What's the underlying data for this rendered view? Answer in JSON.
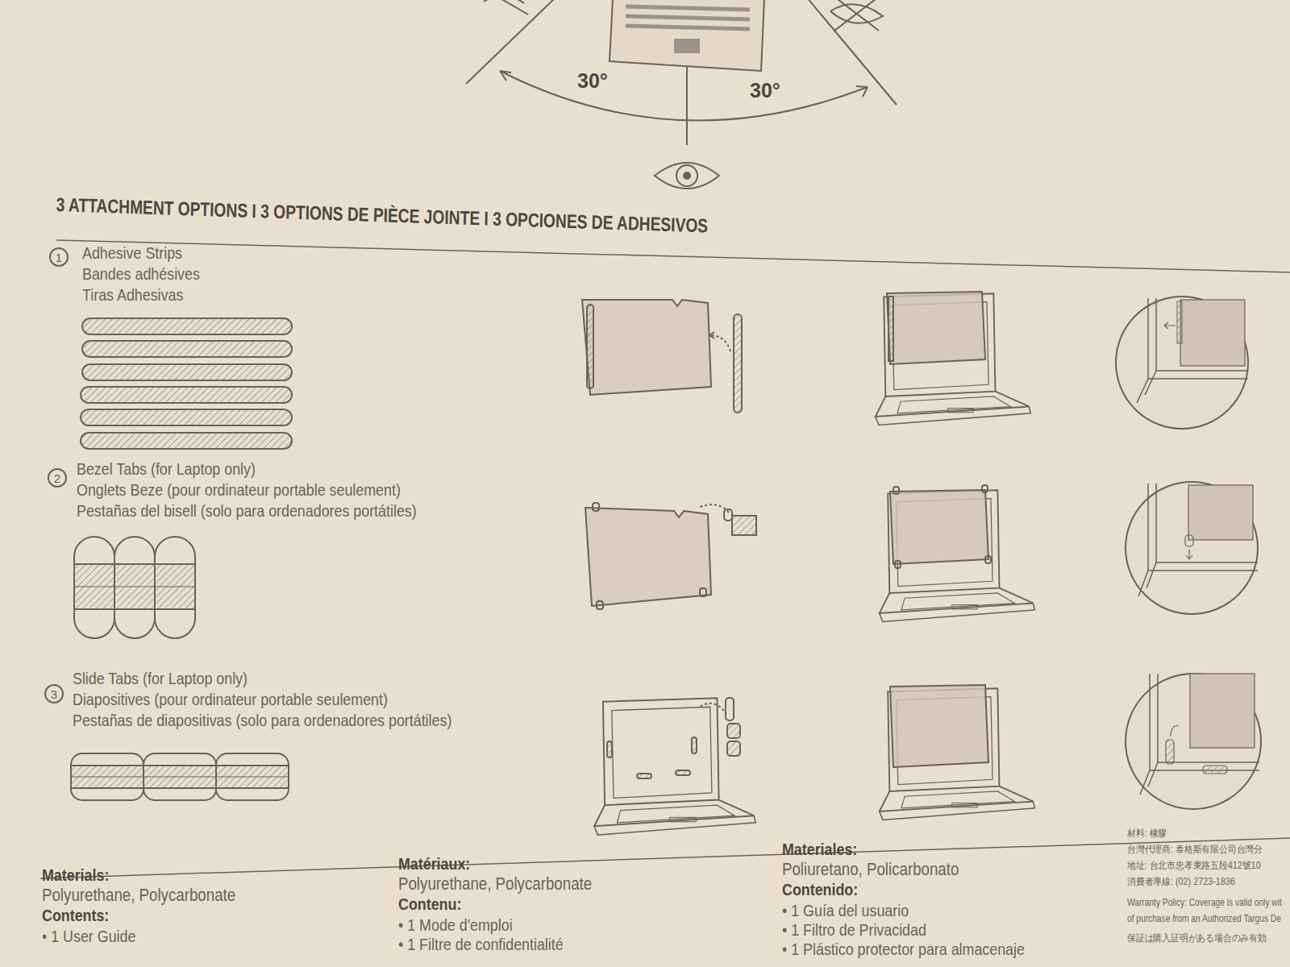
{
  "diagram": {
    "title": "3 ATTACHMENT OPTIONS I 3 OPTIONS DE PIÈCE JOINTE I 3 OPCIONES DE ADHESIVOS",
    "nodes": [
      {
        "text": [
          "1"
        ]
      },
      {
        "text": [
          "2"
        ]
      },
      {
        "text": [
          "3"
        ]
      }
    ],
    "labels": [
      "30°",
      "30°",
      "Adhesive Strips",
      "Bandes adhésives",
      "Tiras Adhesivas",
      "Bezel Tabs (for Laptop only)",
      "Onglets Beze (pour ordinateur portable seulement)",
      "Pestañas del bisell (solo para ordenadores portátiles)",
      "Slide Tabs (for Laptop only)",
      "Diapositives (pour ordinateur portable seulement)",
      "Pestañas de diapositivas (solo para ordenadores portátiles)",
      "Materials:",
      "Polyurethane, Polycarbonate",
      "Contents:",
      "• 1 User Guide",
      "Matériaux:",
      "Polyurethane, Polycarbonate",
      "Contenu:",
      "• 1 Mode d'emploi",
      "• 1 Filtre de confidentialité",
      "Materiales:",
      "Poliuretano,  Policarbonato",
      "Contenido:",
      "• 1 Guía del usuario",
      "• 1 Filtro de Privacidad",
      "• 1 Plástico protector para almacenaje",
      "材料: 橡膠",
      "台灣代理商: 泰格斯有限公司台灣分",
      "地址: 台北市忠孝東路五段412號10",
      "消費者專線: (02) 2723-1836",
      "Warranty Policy: Coverage is valid only wit",
      "of purchase from an Authorized Targus De",
      "保証は購入証明がある場合のみ有効"
    ]
  }
}
